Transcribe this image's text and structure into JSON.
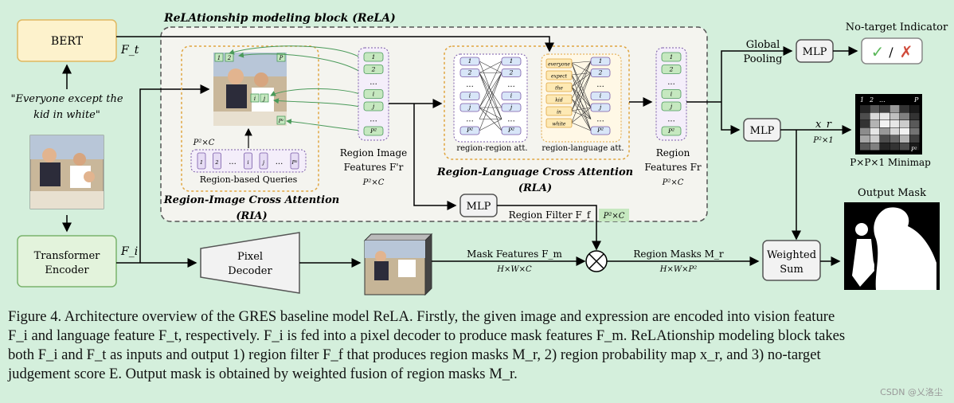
{
  "diagram": {
    "block_title": "ReLAtionship modeling block (ReLA)",
    "bert": "BERT",
    "ft": "F_t",
    "fi": "F_i",
    "expression": "\"Everyone except the kid in white\"",
    "transformer": [
      "Transformer",
      "Encoder"
    ],
    "pixel_decoder": [
      "Pixel",
      "Decoder"
    ],
    "mask_features": "Mask Features F_m",
    "mask_features_dim": "H×W×C",
    "region_masks": "Region Masks M_r",
    "region_masks_dim": "H×W×P²",
    "weighted_sum": [
      "Weighted",
      "Sum"
    ],
    "output_mask": "Output Mask",
    "ria_title": [
      "Region-Image Cross Attention",
      "(RIA)"
    ],
    "rla_title": [
      "Region-Language Cross Attention",
      "(RLA)"
    ],
    "region_queries": "Region-based Queries",
    "p2c": "P²×C",
    "region_image_features": [
      "Region Image",
      "Features F'r",
      "P²×C"
    ],
    "region_features": [
      "Region",
      "Features Fr",
      "P²×C"
    ],
    "rr_att": "region-region att.",
    "rl_att": "region-language att.",
    "words": [
      "everyone",
      "expect",
      "the",
      "kid",
      "in",
      "white"
    ],
    "mlp": "MLP",
    "region_filter": "Region Filter F_f",
    "region_filter_dim": "P²×C",
    "global_pooling": [
      "Global",
      "Pooling"
    ],
    "no_target": "No-target Indicator",
    "check": "✓",
    "slash": "/",
    "cross": "✗",
    "xr": "x_r",
    "xr_dim": "P²×1",
    "minimap": "P×P×1 Minimap",
    "token_labels": [
      "1",
      "2",
      "...",
      "i",
      "j",
      "...",
      "P²"
    ],
    "grid_labels": [
      "1",
      "2",
      "...",
      "P"
    ]
  },
  "caption": [
    "Figure 4. Architecture overview of the GRES baseline model ReLA. Firstly, the given image and expression are encoded into vision feature",
    "F_i and language feature F_t, respectively. F_i is fed into a pixel decoder to produce mask features F_m. ReLAtionship modeling block takes",
    "both F_i and F_t as inputs and output 1) region filter F_f that produces region masks M_r, 2) region probability map x_r, and 3) no-target",
    "judgement score E. Output mask is obtained by weighted fusion of region masks M_r."
  ],
  "watermark": "CSDN @乂洛尘"
}
